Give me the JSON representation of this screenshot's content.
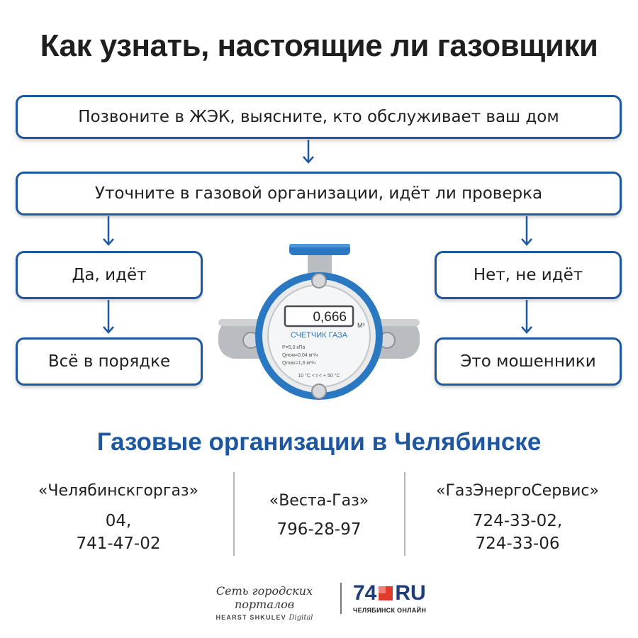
{
  "title": "Как узнать, настоящие ли газовщики",
  "steps": {
    "step1": "Позвоните в ЖЭК, выясните, кто обслуживает ваш дом",
    "step2": "Уточните в газовой организации, идёт ли проверка",
    "yes": "Да, идёт",
    "yes_result": "Всё в порядке",
    "no": "Нет, не идёт",
    "no_result": "Это мошенники"
  },
  "meter": {
    "reading": "0,666",
    "unit": "М³",
    "label": "СЧЕТЧИК ГАЗА",
    "spec1": "P=5,0 кПа",
    "spec2": "Qном=0,04 м³/ч",
    "spec3": "Qmax=1,6 м³/ч",
    "temp": "10 °C < t < + 50 °C"
  },
  "section_title": "Газовые организации в Челябинске",
  "orgs": [
    {
      "name": "«Челябинскгоргаз»",
      "phone1": "04,",
      "phone2": "741-47-02"
    },
    {
      "name": "«Веста-Газ»",
      "phone1": "796-28-97",
      "phone2": ""
    },
    {
      "name": "«ГазЭнергоСервис»",
      "phone1": "724-33-02,",
      "phone2": "724-33-06"
    }
  ],
  "footer": {
    "network": "Сеть городских порталов",
    "publisher": "HEARST SHKULEV",
    "publisher_suffix": "Digital",
    "logo_number": "74",
    "logo_ru": "RU",
    "logo_sub": "ЧЕЛЯБИНСК ОНЛАЙН"
  },
  "colors": {
    "accent": "#1e56a0",
    "logo_red": "#e23b2e",
    "logo_blue": "#1e3d7a"
  }
}
